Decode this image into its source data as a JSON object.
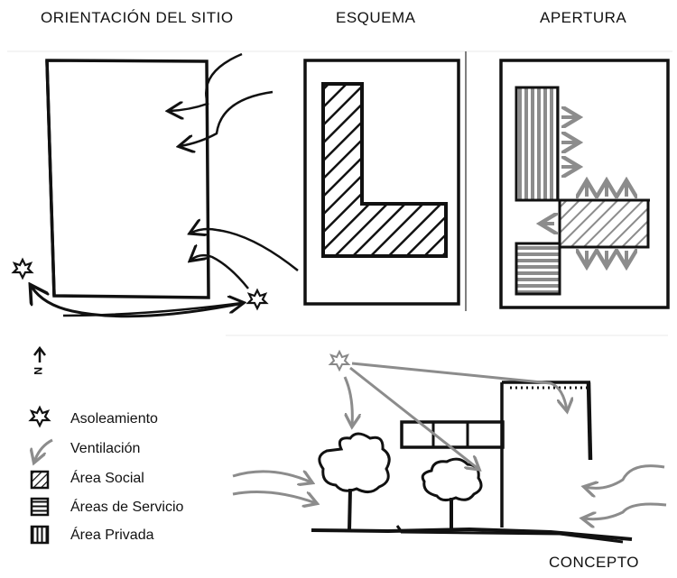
{
  "titles": {
    "site": "ORIENTACIÓN DEL SITIO",
    "scheme": "ESQUEMA",
    "opening": "APERTURA",
    "concept": "CONCEPTO"
  },
  "north_label": "N",
  "legend": [
    {
      "label": "Asoleamiento",
      "icon": "sun-icon"
    },
    {
      "label": "Ventilación",
      "icon": "wind-arrow-icon"
    },
    {
      "label": "Área Social",
      "icon": "diagonal-hatch-icon"
    },
    {
      "label": "Áreas de Servicio",
      "icon": "horizontal-hatch-icon"
    },
    {
      "label": "Área Privada",
      "icon": "vertical-hatch-icon"
    }
  ],
  "colors": {
    "ink": "#111111",
    "arrow_gray": "#8c8c8c",
    "zone_gray": "#9a9a9a"
  }
}
